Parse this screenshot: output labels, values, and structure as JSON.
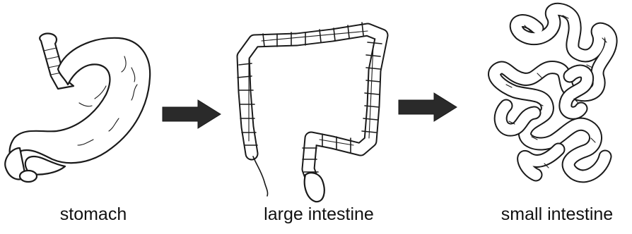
{
  "diagram": {
    "organs": [
      {
        "id": "stomach",
        "label": "stomach"
      },
      {
        "id": "large-intestine",
        "label": "large intestine"
      },
      {
        "id": "small-intestine",
        "label": "small intestine"
      }
    ],
    "arrows": [
      {
        "from": "stomach",
        "to": "large-intestine"
      },
      {
        "from": "large-intestine",
        "to": "small-intestine"
      }
    ],
    "colors": {
      "outline": "#1a1a1a",
      "arrow": "#2a2a2a",
      "background": "#ffffff"
    }
  }
}
